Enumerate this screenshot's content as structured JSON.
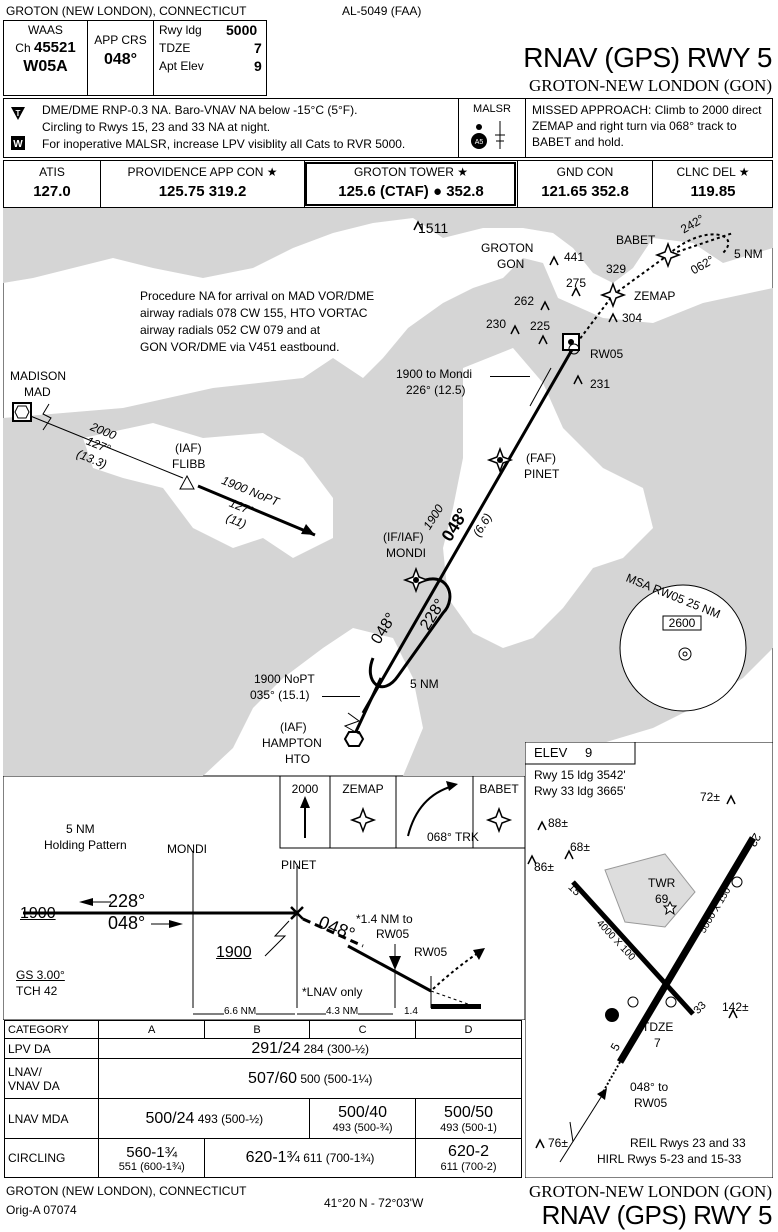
{
  "header": {
    "location": "GROTON (NEW LONDON), CONNECTICUT",
    "chart_id": "AL-5049 (FAA)",
    "title": "RNAV (GPS) RWY 5",
    "airport": "GROTON-NEW LONDON (GON)",
    "waas_label": "WAAS",
    "ch_label": "Ch",
    "ch_value": "45521",
    "waas_id": "W05A",
    "app_crs_label": "APP CRS",
    "app_crs_value": "048°",
    "rwy_ldg_label": "Rwy ldg",
    "rwy_ldg_value": "5000",
    "tdze_label": "TDZE",
    "tdze_value": "7",
    "apt_elev_label": "Apt Elev",
    "apt_elev_value": "9"
  },
  "notes": {
    "line1": "DME/DME RNP-0.3 NA.  Baro-VNAV NA below -15°C (5°F).",
    "line2": "Circling to Rwys 15, 23 and 33 NA at night.",
    "line3": "For inoperative MALSR, increase LPV visiblity all Cats to RVR 5000.",
    "malsr": "MALSR",
    "missed": "MISSED APPROACH:  Climb to 2000 direct ZEMAP and right turn via  068° track to BABET and hold."
  },
  "comms": [
    {
      "label": "ATIS",
      "freq": "127.0"
    },
    {
      "label": "PROVIDENCE APP CON ★",
      "freq": "125.75  319.2"
    },
    {
      "label": "GROTON TOWER ★",
      "freq": "125.6 (CTAF) ● 352.8"
    },
    {
      "label": "GND CON",
      "freq": "121.65  352.8"
    },
    {
      "label": "CLNC DEL ★",
      "freq": "119.85"
    }
  ],
  "plan": {
    "na_note": "Procedure NA for arrival on MAD VOR/DME airway radials 078 CW 155, HTO VORTAC airway radials 052 CW 079 and at GON VOR/DME via V451 eastbound.",
    "na_lines": [
      "Procedure NA for arrival on MAD VOR/DME",
      "airway radials 078 CW 155, HTO VORTAC",
      "airway radials 052 CW 079 and at",
      "GON VOR/DME via V451 eastbound."
    ],
    "madison": "MADISON",
    "mad": "MAD",
    "groton": "GROTON",
    "gon": "GON",
    "babet": "BABET",
    "zemap": "ZEMAP",
    "rw05": "RW05",
    "iaf_flibb": "(IAF)",
    "flibb": "FLIBB",
    "faf": "(FAF)",
    "pinet": "PINET",
    "if_iaf": "(IF/IAF)",
    "mondi": "MONDI",
    "iaf_hto": "(IAF)",
    "hampton": "HAMPTON",
    "hto": "HTO",
    "mad_alt": "2000",
    "mad_crs": "127°",
    "mad_dist": "(13.3)",
    "flibb_alt": "1900 NoPT",
    "flibb_crs": "127°",
    "flibb_dist": "(11)",
    "final_alt": "1900",
    "final_crs": "048°",
    "final_dist": "(6.6)",
    "mondi_in_crs": "048°",
    "mondi_out_crs": "228°",
    "hold_len": "5 NM",
    "hto_alt": "1900 NoPT",
    "hto_crs": "035° (15.1)",
    "to_mondi": "1900 to Mondi",
    "to_mondi_crs": "226° (12.5)",
    "babet_in": "242°",
    "babet_out": "062°",
    "babet_len": "5 NM",
    "msa": "MSA RW05 25 NM",
    "msa_alt": "2600",
    "elevs": [
      {
        "v": "1511"
      },
      {
        "v": "441"
      },
      {
        "v": "275"
      },
      {
        "v": "329"
      },
      {
        "v": "262"
      },
      {
        "v": "230"
      },
      {
        "v": "225"
      },
      {
        "v": "304"
      },
      {
        "v": "231"
      }
    ]
  },
  "profile": {
    "holding": "5 NM",
    "holding2": "Holding Pattern",
    "mondi": "MONDI",
    "pinet": "PINET",
    "alt_left": "1900",
    "crs_out": "228°",
    "crs_in": "048°",
    "alt_pinet": "1900",
    "final_crs": "048°",
    "nm_to": "*1.4 NM to",
    "nm_to2": "RW05",
    "rw05": "RW05",
    "lnav_only": "*LNAV only",
    "gs": "GS 3.00°",
    "tch": "TCH 42",
    "dist1": "6.6 NM",
    "dist2": "4.3 NM",
    "dist3": "1.4",
    "icon_alt": "2000",
    "icon_zemap": "ZEMAP",
    "icon_trk": "068° TRK",
    "icon_babet": "BABET"
  },
  "minimums": {
    "headers": [
      "CATEGORY",
      "A",
      "B",
      "C",
      "D"
    ],
    "lpv_label": "LPV DA",
    "lpv_big": "291/24",
    "lpv_small": "284 (300-½)",
    "lnav_vnav_label1": "LNAV/",
    "lnav_vnav_label2": "VNAV  DA",
    "lnav_vnav_big": "507/60",
    "lnav_vnav_small": "500 (500-1¼)",
    "lnav_label": "LNAV MDA",
    "lnav_ab_big": "500/24",
    "lnav_ab_small": "493 (500-½)",
    "lnav_c_big": "500/40",
    "lnav_c_small": "493 (500-¾)",
    "lnav_d_big": "500/50",
    "lnav_d_small": "493 (500-1)",
    "circ_label": "CIRCLING",
    "circ_a_big": "560-1¾",
    "circ_a_small": "551 (600-1¾)",
    "circ_bc_big": "620-1¾",
    "circ_bc_small": "611 (700-1¾)",
    "circ_d_big": "620-2",
    "circ_d_small": "611 (700-2)"
  },
  "airport_diagram": {
    "elev_label": "ELEV",
    "elev_value": "9",
    "rwy15": "Rwy 15 ldg 3542'",
    "rwy33": "Rwy 33 ldg 3665'",
    "obs72": "72±",
    "obs88": "88±",
    "obs68": "68±",
    "obs86": "86±",
    "twr": "TWR",
    "twr69": "69",
    "dims1": "4000 X 100",
    "dims2": "5000 X 150",
    "obs142": "142±",
    "tdze": "TDZE",
    "tdze_v": "7",
    "crs_to": "048° to",
    "crs_to2": "RW05",
    "obs76": "76±",
    "reil": "REIL Rwys 23 and 33",
    "hirl": "HIRL Rwys 5-23 and 15-33",
    "rwy5": "5",
    "rwy23": "23",
    "rwy15n": "15",
    "rwy33n": "33"
  },
  "footer": {
    "location": "GROTON (NEW LONDON), CONNECTICUT",
    "orig": "Orig-A  07074",
    "coords": "41°20 N - 72°03'W",
    "airport": "GROTON-NEW LONDON (GON)",
    "title": "RNAV (GPS) RWY 5"
  }
}
